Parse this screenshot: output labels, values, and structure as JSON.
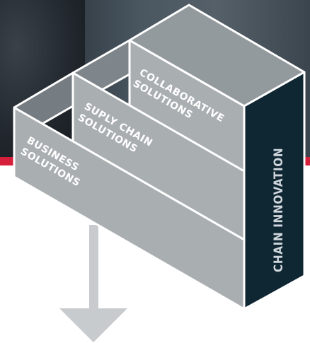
{
  "blocks": {
    "business": {
      "line1": "BUSINESS",
      "line2": "SOLUTIONS"
    },
    "supply_chain": {
      "line1": "SUPLY CHAIN",
      "line2": "SOLUTIONS"
    },
    "collaborative": {
      "line1": "COLLABORATIVE",
      "line2": "SOLUTIONS"
    }
  },
  "side_label": "CHAIN INNOVATION",
  "colors": {
    "accent_red": "#d61f3a",
    "block_front": "#a9aeb1",
    "block_top": "#8c9296",
    "side_panel": "#0f2633",
    "arrow": "#c8cbcd"
  }
}
